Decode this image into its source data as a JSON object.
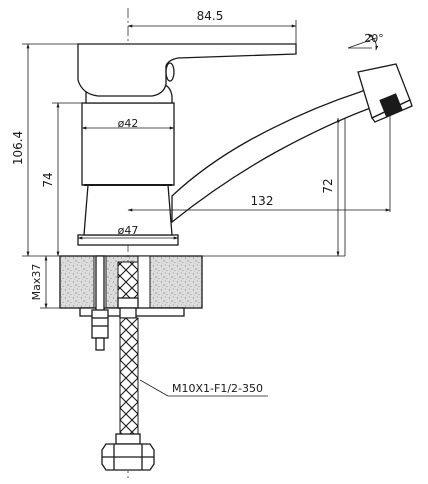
{
  "drawing": {
    "dimensions": {
      "handle_reach": "84.5",
      "spray_angle": "20°",
      "body_upper_diameter": "ø42",
      "base_diameter": "ø47",
      "total_height": "106.4",
      "body_height": "74",
      "spout_height": "72",
      "spout_reach": "132",
      "max_counter_thickness": "Max37"
    },
    "callouts": {
      "hose_spec": "M10X1-F1/2-350"
    }
  },
  "colors": {
    "line": "#1a1a1a",
    "counter_fill": "#d9d9d9",
    "background": "#ffffff"
  }
}
